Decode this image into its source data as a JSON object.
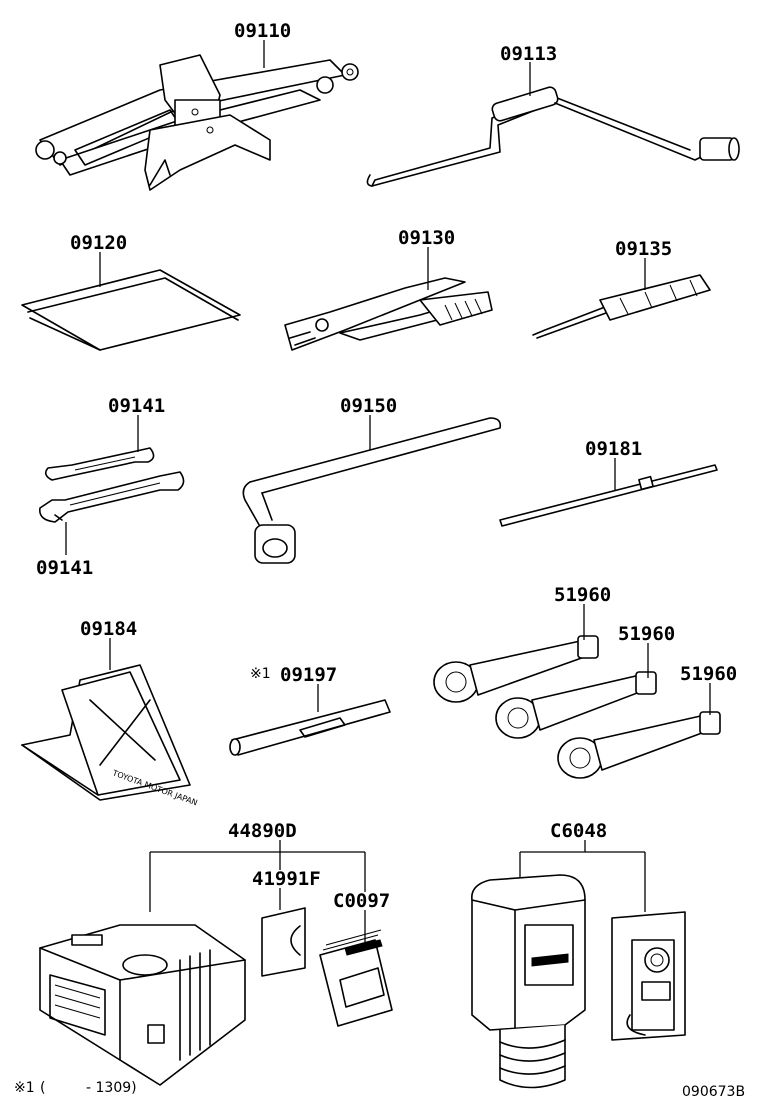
{
  "parts": {
    "jack": "09110",
    "jack_handle": "09113",
    "tool_bag": "09120",
    "pliers": "09130",
    "screwdriver": "09135",
    "wrench_upper": "09141",
    "wrench_lower": "09141",
    "lug_wrench": "09150",
    "jack_handle_extension": "09181",
    "wheel_chock": "09184",
    "note_mark": "※1",
    "pin": "09197",
    "towing_eye_1": "51960",
    "towing_eye_2": "51960",
    "towing_eye_3": "51960",
    "compressor_kit": "44890D",
    "label": "41991F",
    "booklet": "C0097",
    "sealant_kit": "C6048"
  },
  "chock_label_text": "TOYOTA MOTOR JAPAN",
  "footnote": {
    "mark": "※1",
    "open_paren": "(",
    "range": "- 1309)"
  },
  "figure_id": "090673B"
}
